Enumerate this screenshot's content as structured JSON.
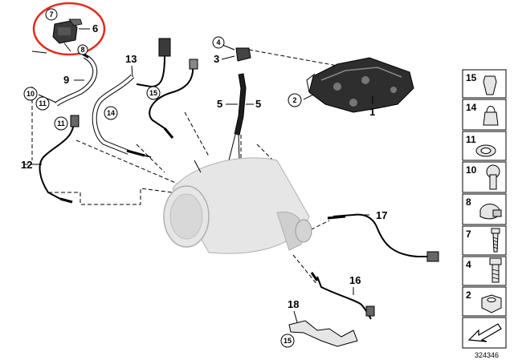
{
  "diagram": {
    "callouts": {
      "c1": "1",
      "c3": "3",
      "c5a": "5",
      "c5b": "5",
      "c6": "6",
      "c9": "9",
      "c12": "12",
      "c13": "13",
      "c16": "16",
      "c17": "17",
      "c18": "18"
    },
    "circled": {
      "k2": "2",
      "k4": "4",
      "k7": "7",
      "k8": "8",
      "k10": "10",
      "k11a": "11",
      "k11b": "11",
      "k14": "14",
      "k15a": "15",
      "k15b": "15"
    },
    "legend": [
      "15",
      "14",
      "11",
      "10",
      "8",
      "7",
      "4",
      "2"
    ],
    "doc_number": "324346",
    "highlight_color": "#e8291c",
    "line_color": "#000000",
    "part_fill": "#e6e6e6",
    "dark_part_fill": "#2e2e2e"
  }
}
